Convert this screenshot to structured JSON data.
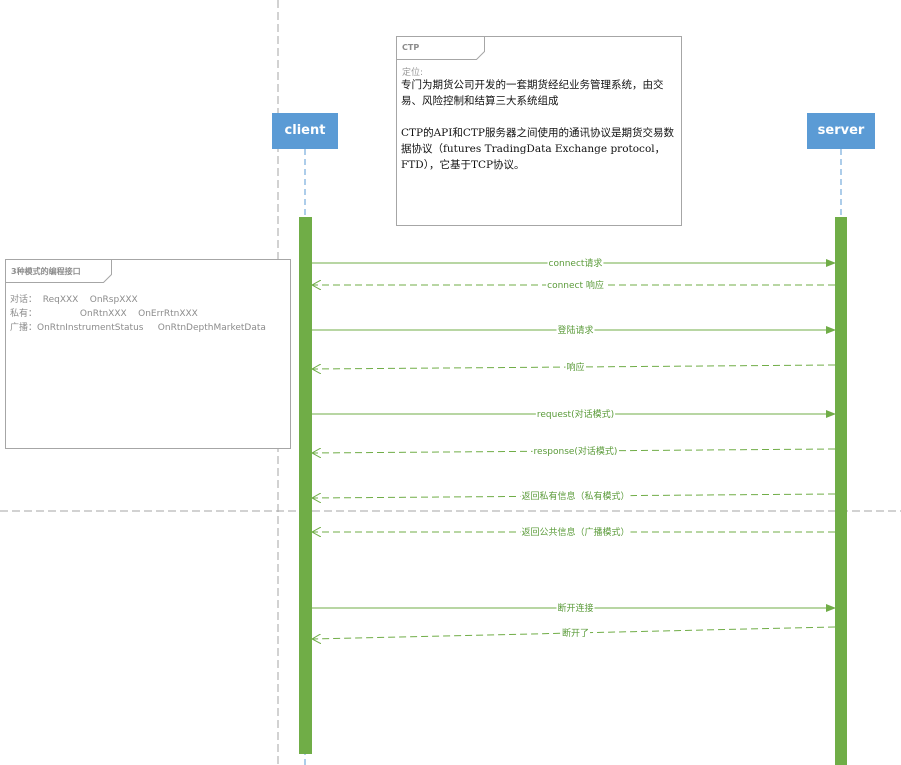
{
  "actors": {
    "client": "client",
    "server": "server"
  },
  "ctp_note": {
    "title": "CTP",
    "label": "定位:",
    "paragraph1": "专门为期货公司开发的一套期货经纪业务管理系统，由交易、风险控制和结算三大系统组成",
    "paragraph2": "CTP的API和CTP服务器之间使用的通讯协议是期货交易数据协议（futures TradingData Exchange protocol，FTD），它基于TCP协议。"
  },
  "modes_note": {
    "title": "3种模式的编程接口",
    "lines": [
      "对话：  ReqXXX    OnRspXXX",
      "私有：               OnRtnXXX    OnErrRtnXXX",
      "广播：OnRtnInstrumentStatus     OnRtnDepthMarketData"
    ]
  },
  "messages": [
    {
      "label": "connect请求",
      "direction": "to-server",
      "style": "solid"
    },
    {
      "label": "connect 响应",
      "direction": "to-client",
      "style": "dashed"
    },
    {
      "label": "登陆请求",
      "direction": "to-server",
      "style": "solid"
    },
    {
      "label": "响应",
      "direction": "to-client",
      "style": "dashed"
    },
    {
      "label": "request(对话模式)",
      "direction": "to-server",
      "style": "solid"
    },
    {
      "label": "response(对话模式)",
      "direction": "to-client",
      "style": "dashed"
    },
    {
      "label": "返回私有信息（私有模式）",
      "direction": "to-client",
      "style": "dashed"
    },
    {
      "label": "返回公共信息（广播模式）",
      "direction": "to-client",
      "style": "dashed"
    },
    {
      "label": "断开连接",
      "direction": "to-server",
      "style": "solid"
    },
    {
      "label": "断开了",
      "direction": "to-client",
      "style": "dashed"
    }
  ],
  "colors": {
    "actor": "#5b9bd5",
    "activation": "#70ad47",
    "message": "#70ad47",
    "lifeline": "#5b9bd5",
    "guide": "#a6a6a6"
  }
}
